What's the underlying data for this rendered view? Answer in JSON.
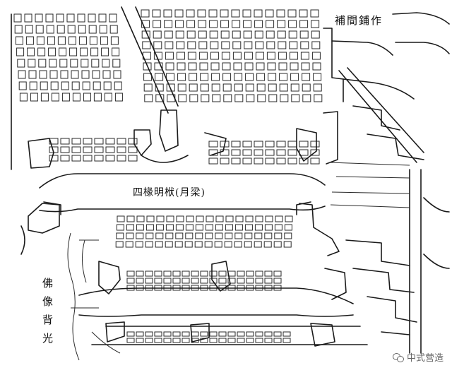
{
  "labels": {
    "bracket_set": "補間鋪作",
    "beam": "四椽明栿(月梁)",
    "buddha_halo": "佛像背光"
  },
  "watermark": {
    "text": "中式营造",
    "icon": "wechat-icon"
  },
  "colors": {
    "ink": "#1a1a1a",
    "paper": "#ffffff"
  }
}
